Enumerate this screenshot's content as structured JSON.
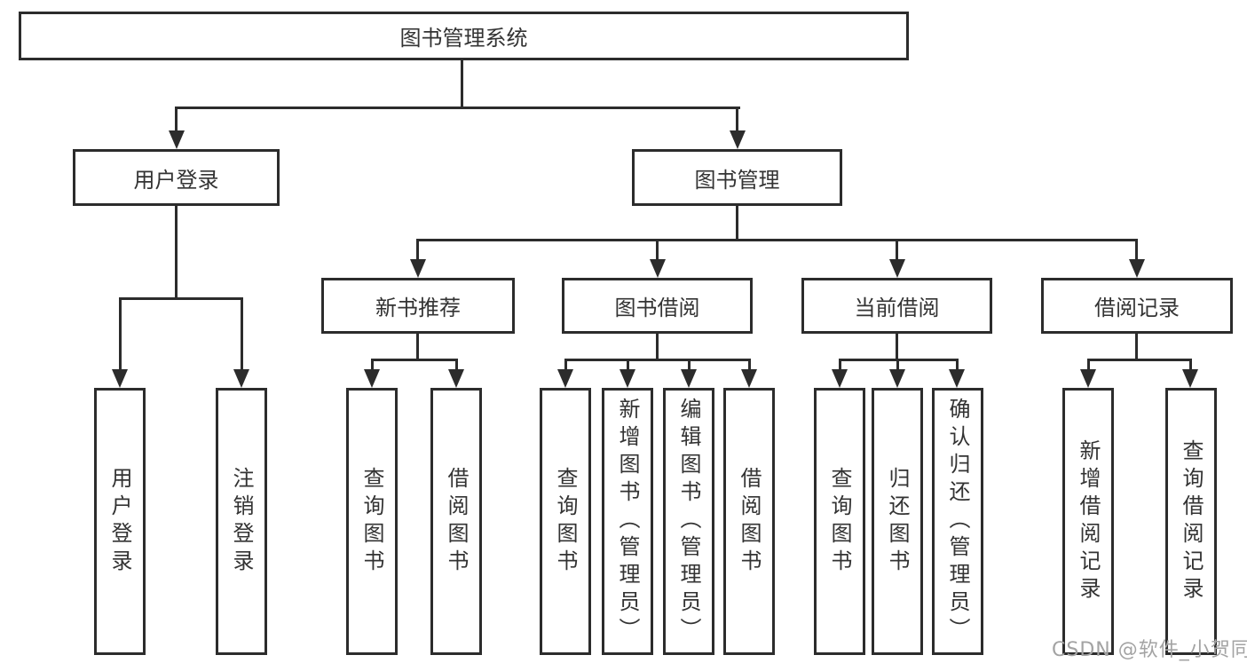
{
  "diagram_title": "图书管理系统",
  "nodes": {
    "root": {
      "label": "图书管理系统"
    },
    "level2": [
      {
        "label": "用户登录"
      },
      {
        "label": "图书管理"
      }
    ],
    "level3": [
      {
        "label": "新书推荐"
      },
      {
        "label": "图书借阅"
      },
      {
        "label": "当前借阅"
      },
      {
        "label": "借阅记录"
      }
    ],
    "leaves": {
      "user": [
        "用户登录",
        "注销登录"
      ],
      "recommend": [
        "查询图书",
        "借阅图书"
      ],
      "borrow": [
        "查询图书",
        "新增图书（管理员）",
        "编辑图书（管理员）",
        "借阅图书"
      ],
      "current": [
        "查询图书",
        "归还图书",
        "确认归还（管理员）"
      ],
      "records": [
        "新增借阅记录",
        "查询借阅记录"
      ]
    }
  },
  "hierarchy": {
    "root": "图书管理系统",
    "children": [
      {
        "label": "用户登录",
        "children": [
          "用户登录",
          "注销登录"
        ]
      },
      {
        "label": "图书管理",
        "children": [
          {
            "label": "新书推荐",
            "children": [
              "查询图书",
              "借阅图书"
            ]
          },
          {
            "label": "图书借阅",
            "children": [
              "查询图书",
              "新增图书（管理员）",
              "编辑图书（管理员）",
              "借阅图书"
            ]
          },
          {
            "label": "当前借阅",
            "children": [
              "查询图书",
              "归还图书",
              "确认归还（管理员）"
            ]
          },
          {
            "label": "借阅记录",
            "children": [
              "新增借阅记录",
              "查询借阅记录"
            ]
          }
        ]
      }
    ]
  },
  "watermark": "CSDN @软件_小贺同学",
  "colors": {
    "line": "#2c2c2c",
    "border": "#2c2c2c",
    "text": "#333333",
    "watermark": "#a3a3a3",
    "background": "#ffffff"
  }
}
